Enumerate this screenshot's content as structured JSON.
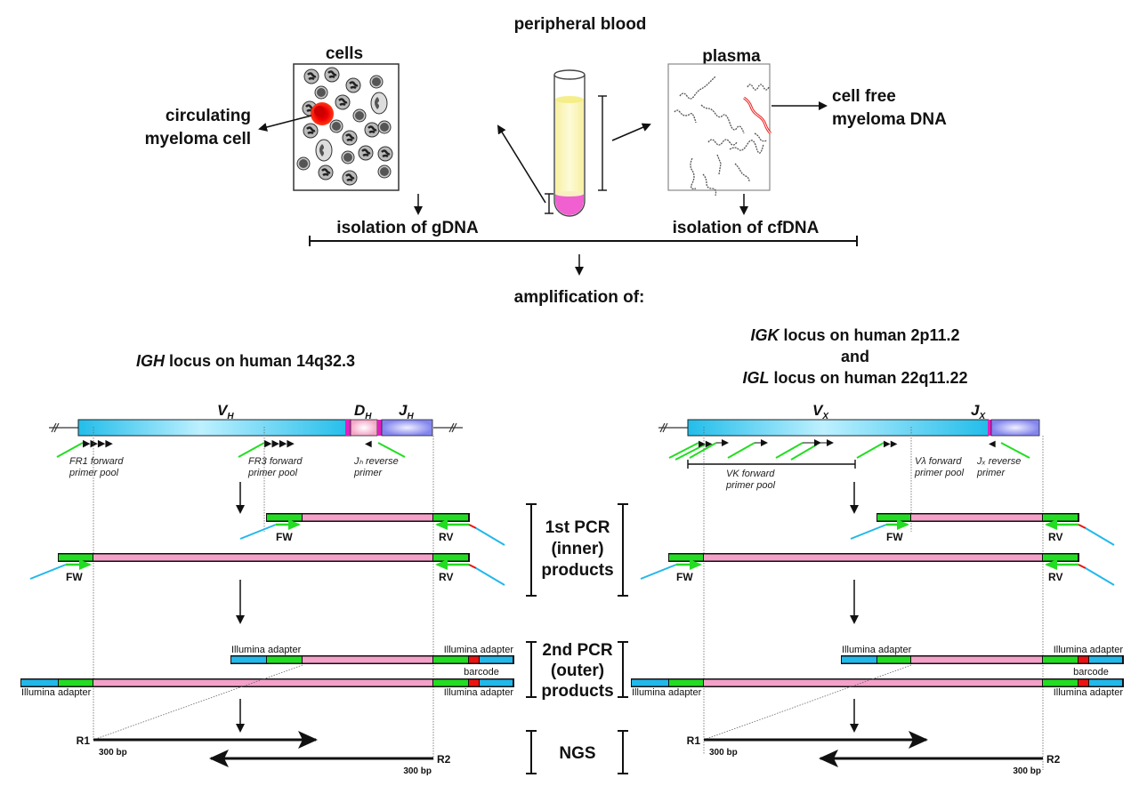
{
  "top": {
    "title": "peripheral blood",
    "cells_label": "cells",
    "plasma_label": "plasma",
    "circulating_line1": "circulating",
    "circulating_line2": "myeloma cell",
    "cellfree_line1": "cell free",
    "cellfree_line2": "myeloma DNA",
    "isolation_gdna": "isolation of gDNA",
    "isolation_cfdna": "isolation of cfDNA",
    "amplification": "amplification of:"
  },
  "igh": {
    "title_italic": "IGH",
    "title_rest": " locus on human 14q32.3",
    "v_seg": "V",
    "v_sub": "H",
    "d_seg": "D",
    "d_sub": "H",
    "j_seg": "J",
    "j_sub": "H",
    "fr1_line1": "FR1 forward",
    "fr1_line2": "primer pool",
    "fr3_line1": "FR3 forward",
    "fr3_line2": "primer pool",
    "jh_line1": "Jₕ reverse",
    "jh_line2": "primer"
  },
  "igkl": {
    "title1_italic": "IGK",
    "title1_rest": " locus on human 2p11.2",
    "title_and": "and",
    "title2_italic": "IGL",
    "title2_rest": " locus on human 22q11.22",
    "v_seg": "V",
    "v_sub": "X",
    "j_seg": "J",
    "j_sub": "X",
    "vk_line1": "VΚ forward",
    "vk_line2": "primer pool",
    "vl_line1": "Vλ forward",
    "vl_line2": "primer pool",
    "jx_line1": "Jₓ reverse",
    "jx_line2": "primer"
  },
  "pcr": {
    "fw": "FW",
    "rv": "RV",
    "illumina_adapter": "Illumina adapter",
    "barcode": "barcode",
    "r1": "R1",
    "r2": "R2",
    "read_length": "300 bp"
  },
  "steps": {
    "first_pcr_1": "1st PCR",
    "first_pcr_2": "(inner)",
    "first_pcr_3": "products",
    "second_pcr_1": "2nd PCR",
    "second_pcr_2": "(outer)",
    "second_pcr_3": "products",
    "ngs": "NGS"
  },
  "colors": {
    "v_segment": "#2ec4ef",
    "d_segment": "#f4a6c8",
    "j_segment": "#8a8cf0",
    "junction": "#e020c0",
    "primer_green": "#22dd22",
    "adapter_blue": "#22b8ea",
    "insert_pink": "#f4a0c8",
    "barcode_red": "#ee1111",
    "myeloma_red": "#ee2200",
    "plasma_yellow": "#f8f4a8",
    "cells_pink": "#f060d0"
  }
}
